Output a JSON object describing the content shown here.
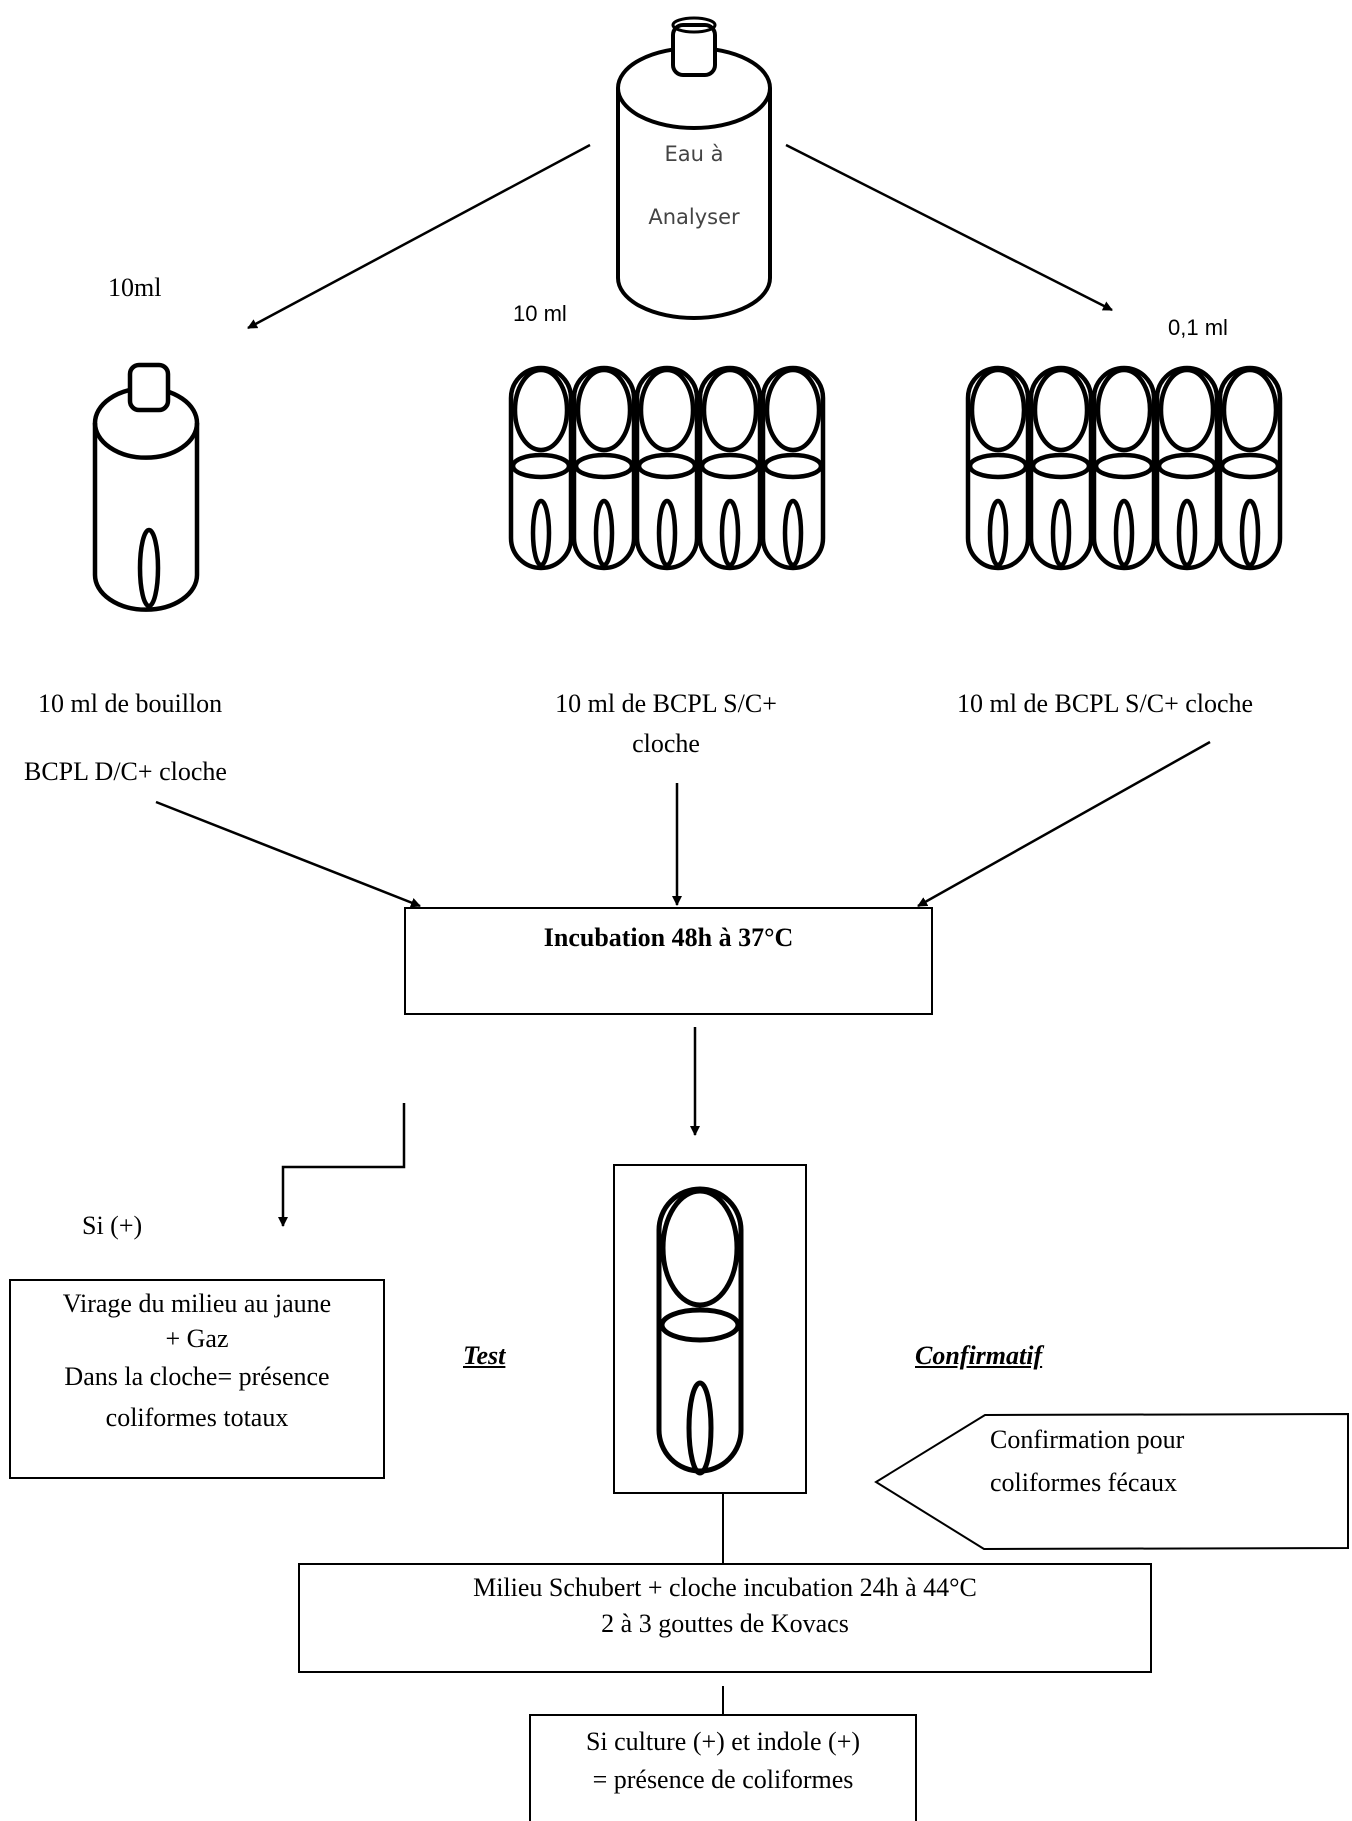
{
  "bottle": {
    "line1": "Eau à",
    "line2": "Analyser"
  },
  "volumes": {
    "left": "10ml",
    "middle": "10 ml",
    "right": "0,1 ml"
  },
  "media": {
    "left_line1": "10 ml de bouillon",
    "left_line2": "BCPL D/C+ cloche",
    "middle_line1": "10 ml de BCPL S/C+",
    "middle_line2": "cloche",
    "right": "10 ml de BCPL S/C+ cloche"
  },
  "incubation": "Incubation 48h à 37°C",
  "positive": {
    "label": "Si (+)",
    "line1": "Virage du milieu au jaune",
    "line2": "+ Gaz",
    "line3": "Dans la cloche= présence",
    "line4": "coliformes totaux"
  },
  "test_label": "Test",
  "confirm_label": "Confirmatif",
  "confirmation": {
    "line1": "Confirmation pour",
    "line2": "coliformes fécaux"
  },
  "schubert": {
    "line1": "Milieu Schubert + cloche incubation 24h à 44°C",
    "line2": "2 à 3 gouttes de Kovacs"
  },
  "result": {
    "line1": "Si culture (+) et indole (+)",
    "line2": "= présence de coliformes"
  }
}
